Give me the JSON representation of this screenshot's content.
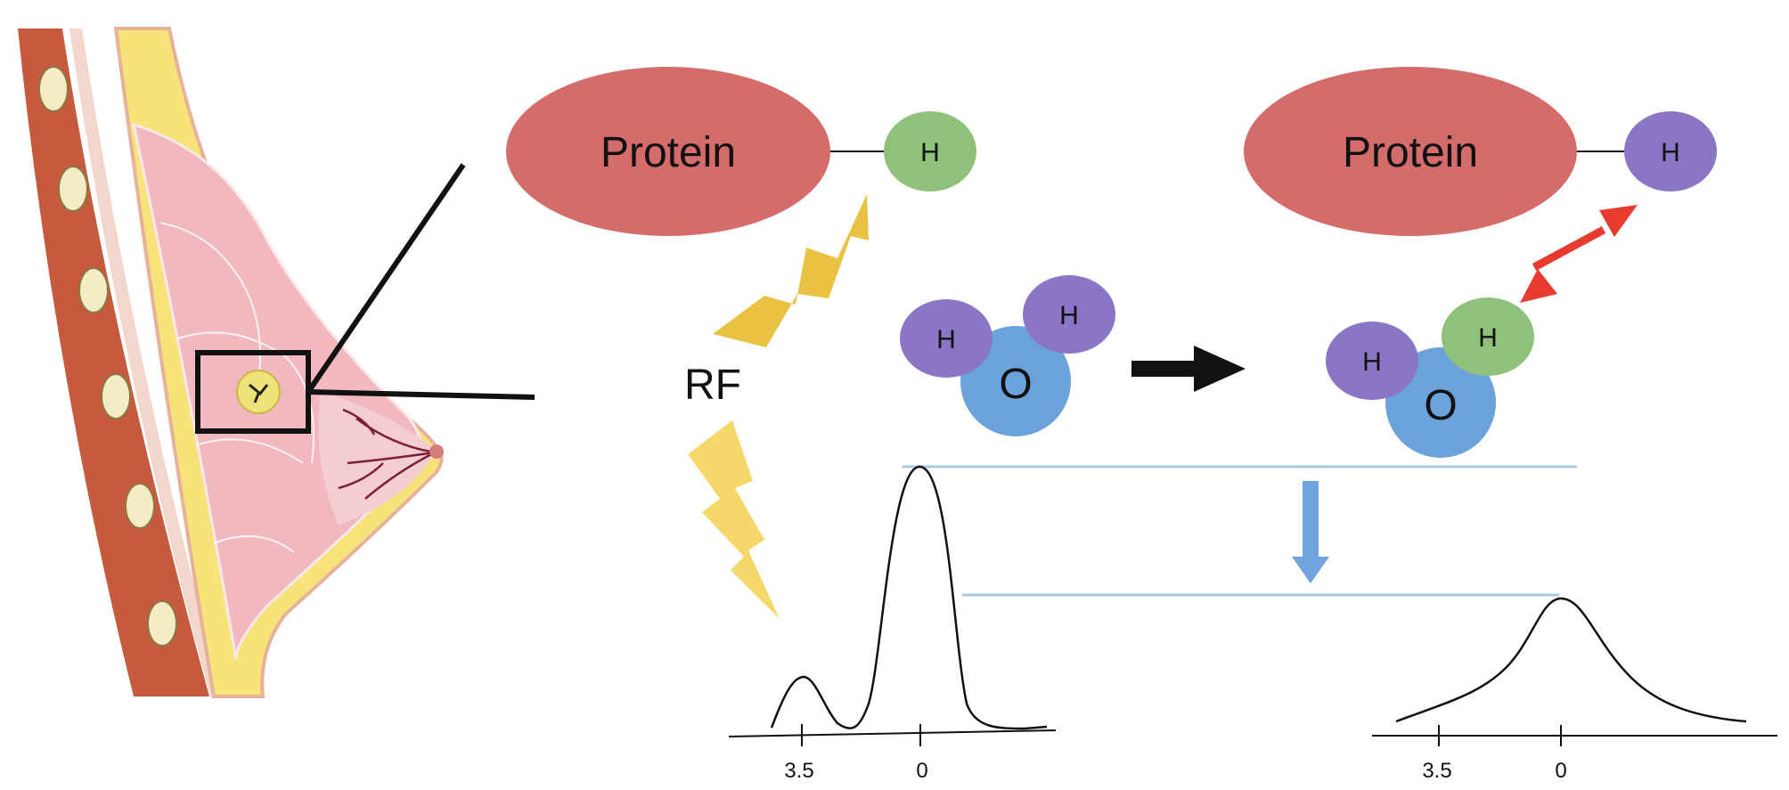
{
  "labels": {
    "protein_left": "Protein",
    "protein_right": "Protein",
    "rf": "RF",
    "h": "H",
    "o": "O"
  },
  "spectra": {
    "left": {
      "ticks": [
        "3.5",
        "0"
      ]
    },
    "right": {
      "ticks": [
        "3.5",
        "0"
      ]
    }
  },
  "colors": {
    "protein": "#d36c6a",
    "hydrogen_green": "#8fc17a",
    "hydrogen_purple": "#8b76c6",
    "oxygen": "#6aa2d9",
    "lightning_dark": "#e9c143",
    "lightning_light": "#f5d76a",
    "red_arrow": "#e63b2e",
    "blue_arrow": "#6fa4dc",
    "skin": "#e7b29a",
    "fat": "#f8e27a",
    "gland": "#f1b9bf",
    "muscle": "#c65a3e"
  }
}
